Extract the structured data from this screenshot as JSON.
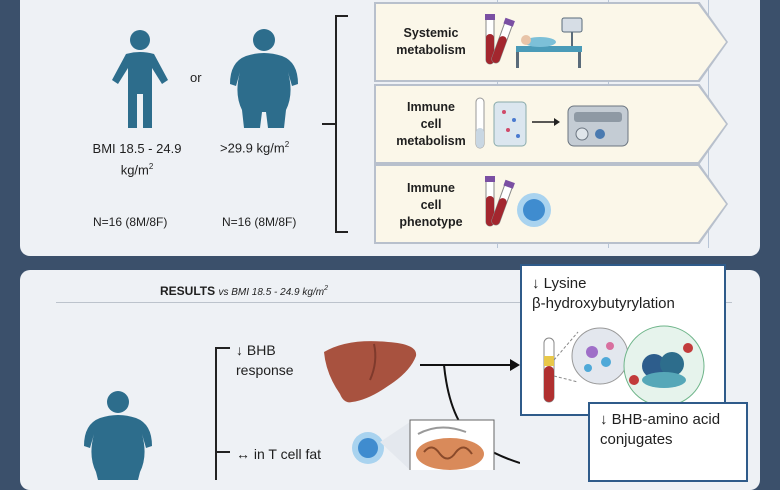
{
  "methods": {
    "group_lean": {
      "bmi_label": "BMI  18.5 - 24.9",
      "unit": "kg/m",
      "unit_sup": "2",
      "n": "N=16 (8M/8F)"
    },
    "or_label": "or",
    "group_obese": {
      "bmi_label": ">29.9 kg/m",
      "unit_sup": "2",
      "n": "N=16 (8M/8F)"
    },
    "arrow_boxes": [
      {
        "line1": "Systemic",
        "line2": "metabolism",
        "line3": ""
      },
      {
        "line1": "Immune",
        "line2": "cell",
        "line3": "metabolism"
      },
      {
        "line1": "Immune",
        "line2": "cell",
        "line3": "phenotype"
      }
    ]
  },
  "results": {
    "heading_bold": "RESULTS",
    "heading_italic": "vs BMI 18.5 - 24.9 kg/m",
    "heading_sup": "2",
    "finding_bhb": {
      "line1": "↓ BHB",
      "line2": "response"
    },
    "finding_tcell": {
      "line1": "↔ in T cell fat"
    },
    "box_lysine": {
      "line1": "↓ Lysine",
      "line2": "β-hydroxybutyrylation"
    },
    "box_conjugates": {
      "line1": "↓ BHB-amino acid",
      "line2": "conjugates"
    }
  },
  "colors": {
    "background": "#3b506b",
    "panel": "#eef1f5",
    "person": "#2d6d8c",
    "liver": "#a8523f",
    "box_fill": "#fbf7e9",
    "result_border": "#2f5b8a"
  },
  "icons": {
    "lean_person": "person-icon",
    "obese_person": "person-obese-icon",
    "blood_tubes": "blood-tubes-icon",
    "patient_bed": "hospital-bed-icon",
    "cell": "cell-icon",
    "analyzer": "seahorse-analyzer-icon",
    "liver": "liver-icon",
    "mitochondria": "mitochondria-icon"
  }
}
